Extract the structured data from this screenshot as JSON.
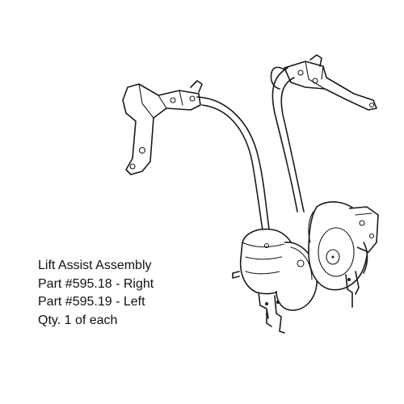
{
  "caption": {
    "line1": "Lift Assist Assembly",
    "line2": "Part #595.18 - Right",
    "line3": "Part #595.19 - Left",
    "line4": "Qty. 1 of each"
  },
  "colors": {
    "line": "#1a1a1a",
    "background": "#ffffff"
  }
}
